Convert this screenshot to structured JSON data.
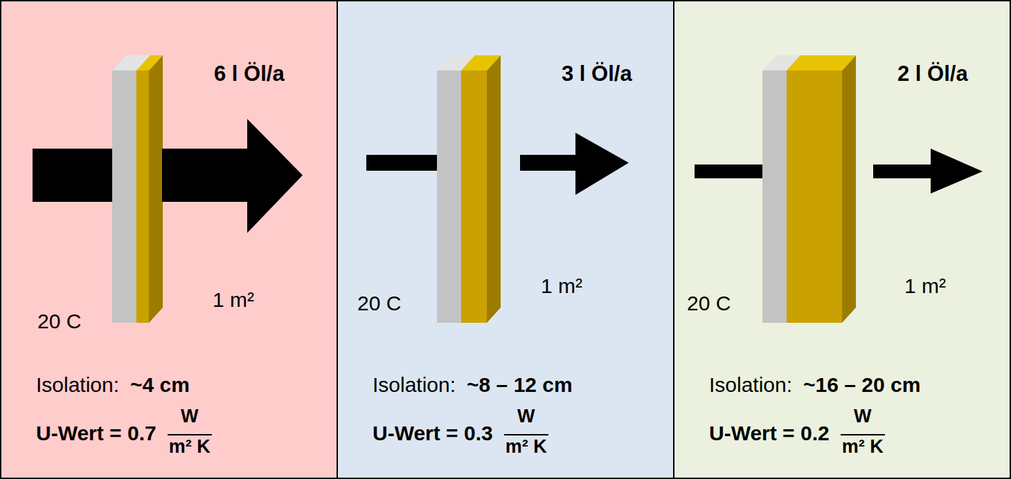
{
  "diagram": {
    "nodes": [
      {
        "text": [
          "6 l Öl/a",
          "20 C",
          "1 m²",
          "Isolation:",
          "~4 cm",
          "U-Wert = 0.7",
          "W",
          "m² K"
        ]
      },
      {
        "text": [
          "3 l Öl/a",
          "20 C",
          "1 m²",
          "Isolation:",
          "~8 – 12 cm",
          "U-Wert = 0.3",
          "W",
          "m² K"
        ]
      },
      {
        "text": [
          "2 l Öl/a",
          "20 C",
          "1 m²",
          "Isolation:",
          "~16 – 20 cm",
          "U-Wert = 0.2",
          "W",
          "m² K"
        ]
      }
    ]
  }
}
